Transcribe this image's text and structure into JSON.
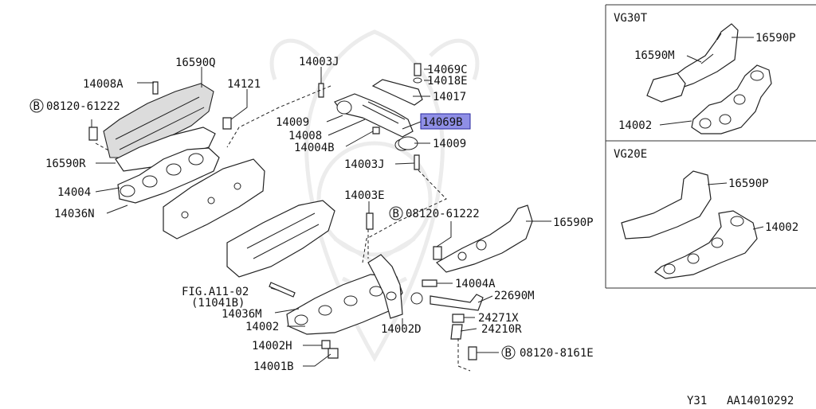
{
  "diagram": {
    "main_callouts": [
      {
        "id": "16590Q",
        "text": "16590Q",
        "selected": false
      },
      {
        "id": "14008A",
        "text": "14008A",
        "selected": false
      },
      {
        "id": "14121",
        "text": "14121",
        "selected": false
      },
      {
        "id": "08120-61222-a",
        "text": "08120-61222",
        "prefix": "B",
        "selected": false
      },
      {
        "id": "16590R",
        "text": "16590R",
        "selected": false
      },
      {
        "id": "14004",
        "text": "14004",
        "selected": false
      },
      {
        "id": "14036N",
        "text": "14036N",
        "selected": false
      },
      {
        "id": "14003J-a",
        "text": "14003J",
        "selected": false
      },
      {
        "id": "14009-a",
        "text": "14009",
        "selected": false
      },
      {
        "id": "14008",
        "text": "14008",
        "selected": false
      },
      {
        "id": "14004B",
        "text": "14004B",
        "selected": false
      },
      {
        "id": "14003J-b",
        "text": "14003J",
        "selected": false
      },
      {
        "id": "14069C",
        "text": "14069C",
        "selected": false
      },
      {
        "id": "14018E",
        "text": "14018E",
        "selected": false
      },
      {
        "id": "14017",
        "text": "14017",
        "selected": false
      },
      {
        "id": "14069B",
        "text": "14069B",
        "selected": true
      },
      {
        "id": "14009-b",
        "text": "14009",
        "selected": false
      },
      {
        "id": "14003E",
        "text": "14003E",
        "selected": false
      },
      {
        "id": "08120-61222-b",
        "text": "08120-61222",
        "prefix": "B",
        "selected": false
      },
      {
        "id": "16590P-main",
        "text": "16590P",
        "selected": false
      },
      {
        "id": "FIG.A11-02",
        "text": "FIG.A11-02",
        "selected": false
      },
      {
        "id": "11041B",
        "text": "(11041B)",
        "selected": false
      },
      {
        "id": "14036M",
        "text": "14036M",
        "selected": false
      },
      {
        "id": "14002-main",
        "text": "14002",
        "selected": false
      },
      {
        "id": "14002H",
        "text": "14002H",
        "selected": false
      },
      {
        "id": "14001B",
        "text": "14001B",
        "selected": false
      },
      {
        "id": "14004A",
        "text": "14004A",
        "selected": false
      },
      {
        "id": "22690M",
        "text": "22690M",
        "selected": false
      },
      {
        "id": "24271X",
        "text": "24271X",
        "selected": false
      },
      {
        "id": "24210R",
        "text": "24210R",
        "selected": false
      },
      {
        "id": "14002D",
        "text": "14002D",
        "selected": false
      },
      {
        "id": "08120-8161E",
        "text": "08120-8161E",
        "prefix": "B",
        "selected": false
      }
    ],
    "vg30t": {
      "title": "VG30T",
      "callouts": [
        {
          "id": "16590P-vg30t",
          "text": "16590P"
        },
        {
          "id": "16590M",
          "text": "16590M"
        },
        {
          "id": "14002-vg30t",
          "text": "14002"
        }
      ]
    },
    "vg20e": {
      "title": "VG20E",
      "callouts": [
        {
          "id": "16590P-vg20e",
          "text": "16590P"
        },
        {
          "id": "14002-vg20e",
          "text": "14002"
        }
      ]
    },
    "footer": {
      "model": "Y31",
      "figure_code": "AA14010292"
    },
    "colors": {
      "highlight": "#8f8fe6",
      "ink": "#222222",
      "watermark": "#ececec"
    }
  }
}
